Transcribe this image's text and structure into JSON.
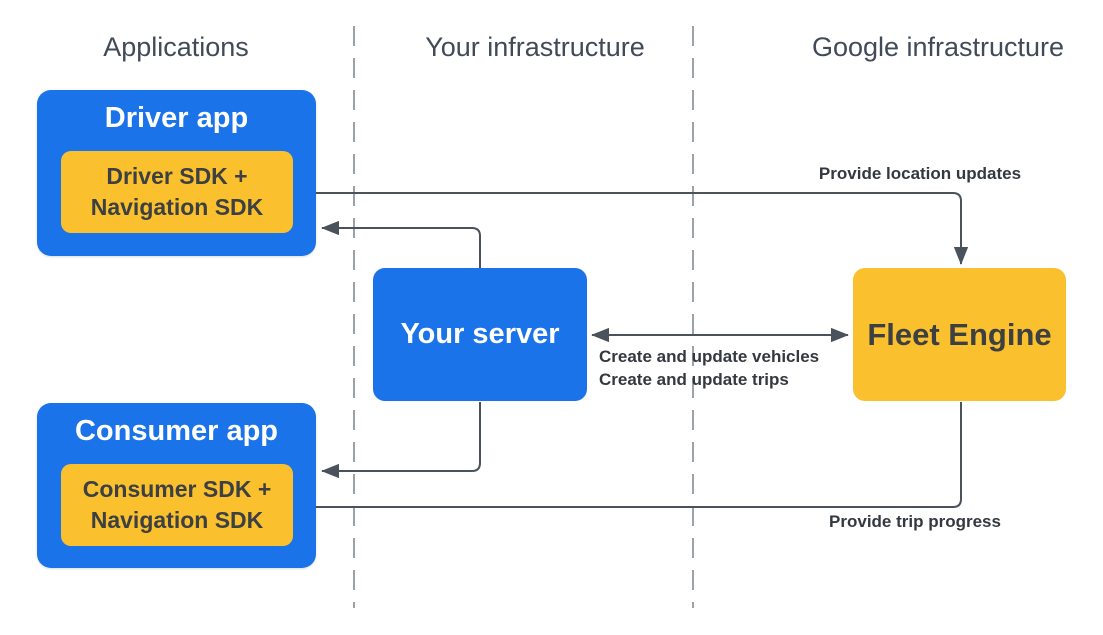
{
  "columns": {
    "applications": "Applications",
    "your_infrastructure": "Your infrastructure",
    "google_infrastructure": "Google infrastructure"
  },
  "nodes": {
    "driver_app": "Driver app",
    "driver_sdk_line1": "Driver SDK +",
    "driver_sdk_line2": "Navigation SDK",
    "consumer_app": "Consumer app",
    "consumer_sdk_line1": "Consumer SDK +",
    "consumer_sdk_line2": "Navigation SDK",
    "your_server": "Your server",
    "fleet_engine": "Fleet Engine"
  },
  "edges": {
    "provide_location_updates": "Provide location updates",
    "create_and_update_vehicles": "Create and update vehicles",
    "create_and_update_trips": "Create and update trips",
    "provide_trip_progress": "Provide trip progress"
  },
  "colors": {
    "box_blue": "#1a73e8",
    "box_yellow": "#fbc02d",
    "text_on_blue": "#ffffff",
    "text_dark": "#3c4043",
    "header_text": "#414b57",
    "edge_label_text": "#33393f",
    "arrow": "#4a525c",
    "divider": "#9aa3a9",
    "background": "#ffffff"
  }
}
